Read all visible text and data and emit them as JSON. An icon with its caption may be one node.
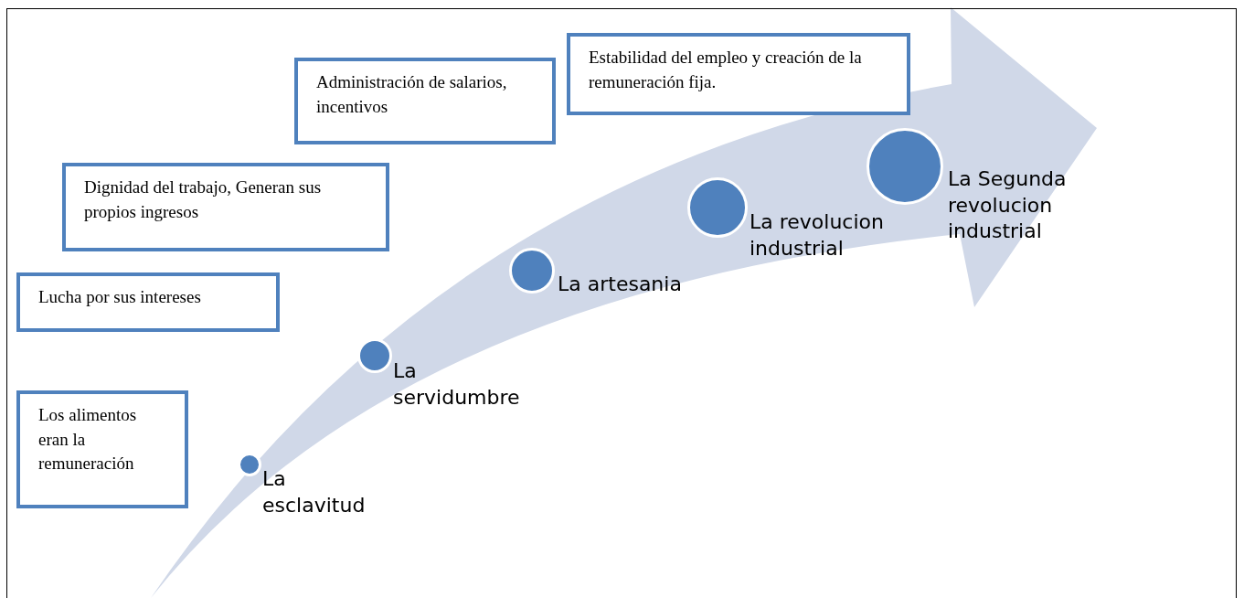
{
  "diagram": {
    "nodes": [
      {
        "text": [
          "Estabilidad del empleo y creación de la remuneración fija."
        ]
      },
      {
        "text": [
          "Administración de salarios, incentivos"
        ]
      },
      {
        "text": [
          "Dignidad del trabajo, Generan sus  propios ingresos"
        ]
      },
      {
        "text": [
          "Lucha por sus intereses"
        ]
      },
      {
        "text": [
          "Los alimentos eran la remuneración"
        ]
      },
      {
        "text": [],
        "shape": "circle",
        "beside": [
          "La esclavitud"
        ]
      },
      {
        "text": [],
        "shape": "circle",
        "beside": [
          "La servidumbre"
        ]
      },
      {
        "text": [],
        "shape": "circle",
        "beside": [
          "La artesania"
        ]
      },
      {
        "text": [],
        "shape": "circle",
        "beside": [
          "La revolucion industrial"
        ]
      },
      {
        "text": [],
        "shape": "circle",
        "beside": [
          "La Segunda revolucion industrial"
        ]
      }
    ]
  }
}
